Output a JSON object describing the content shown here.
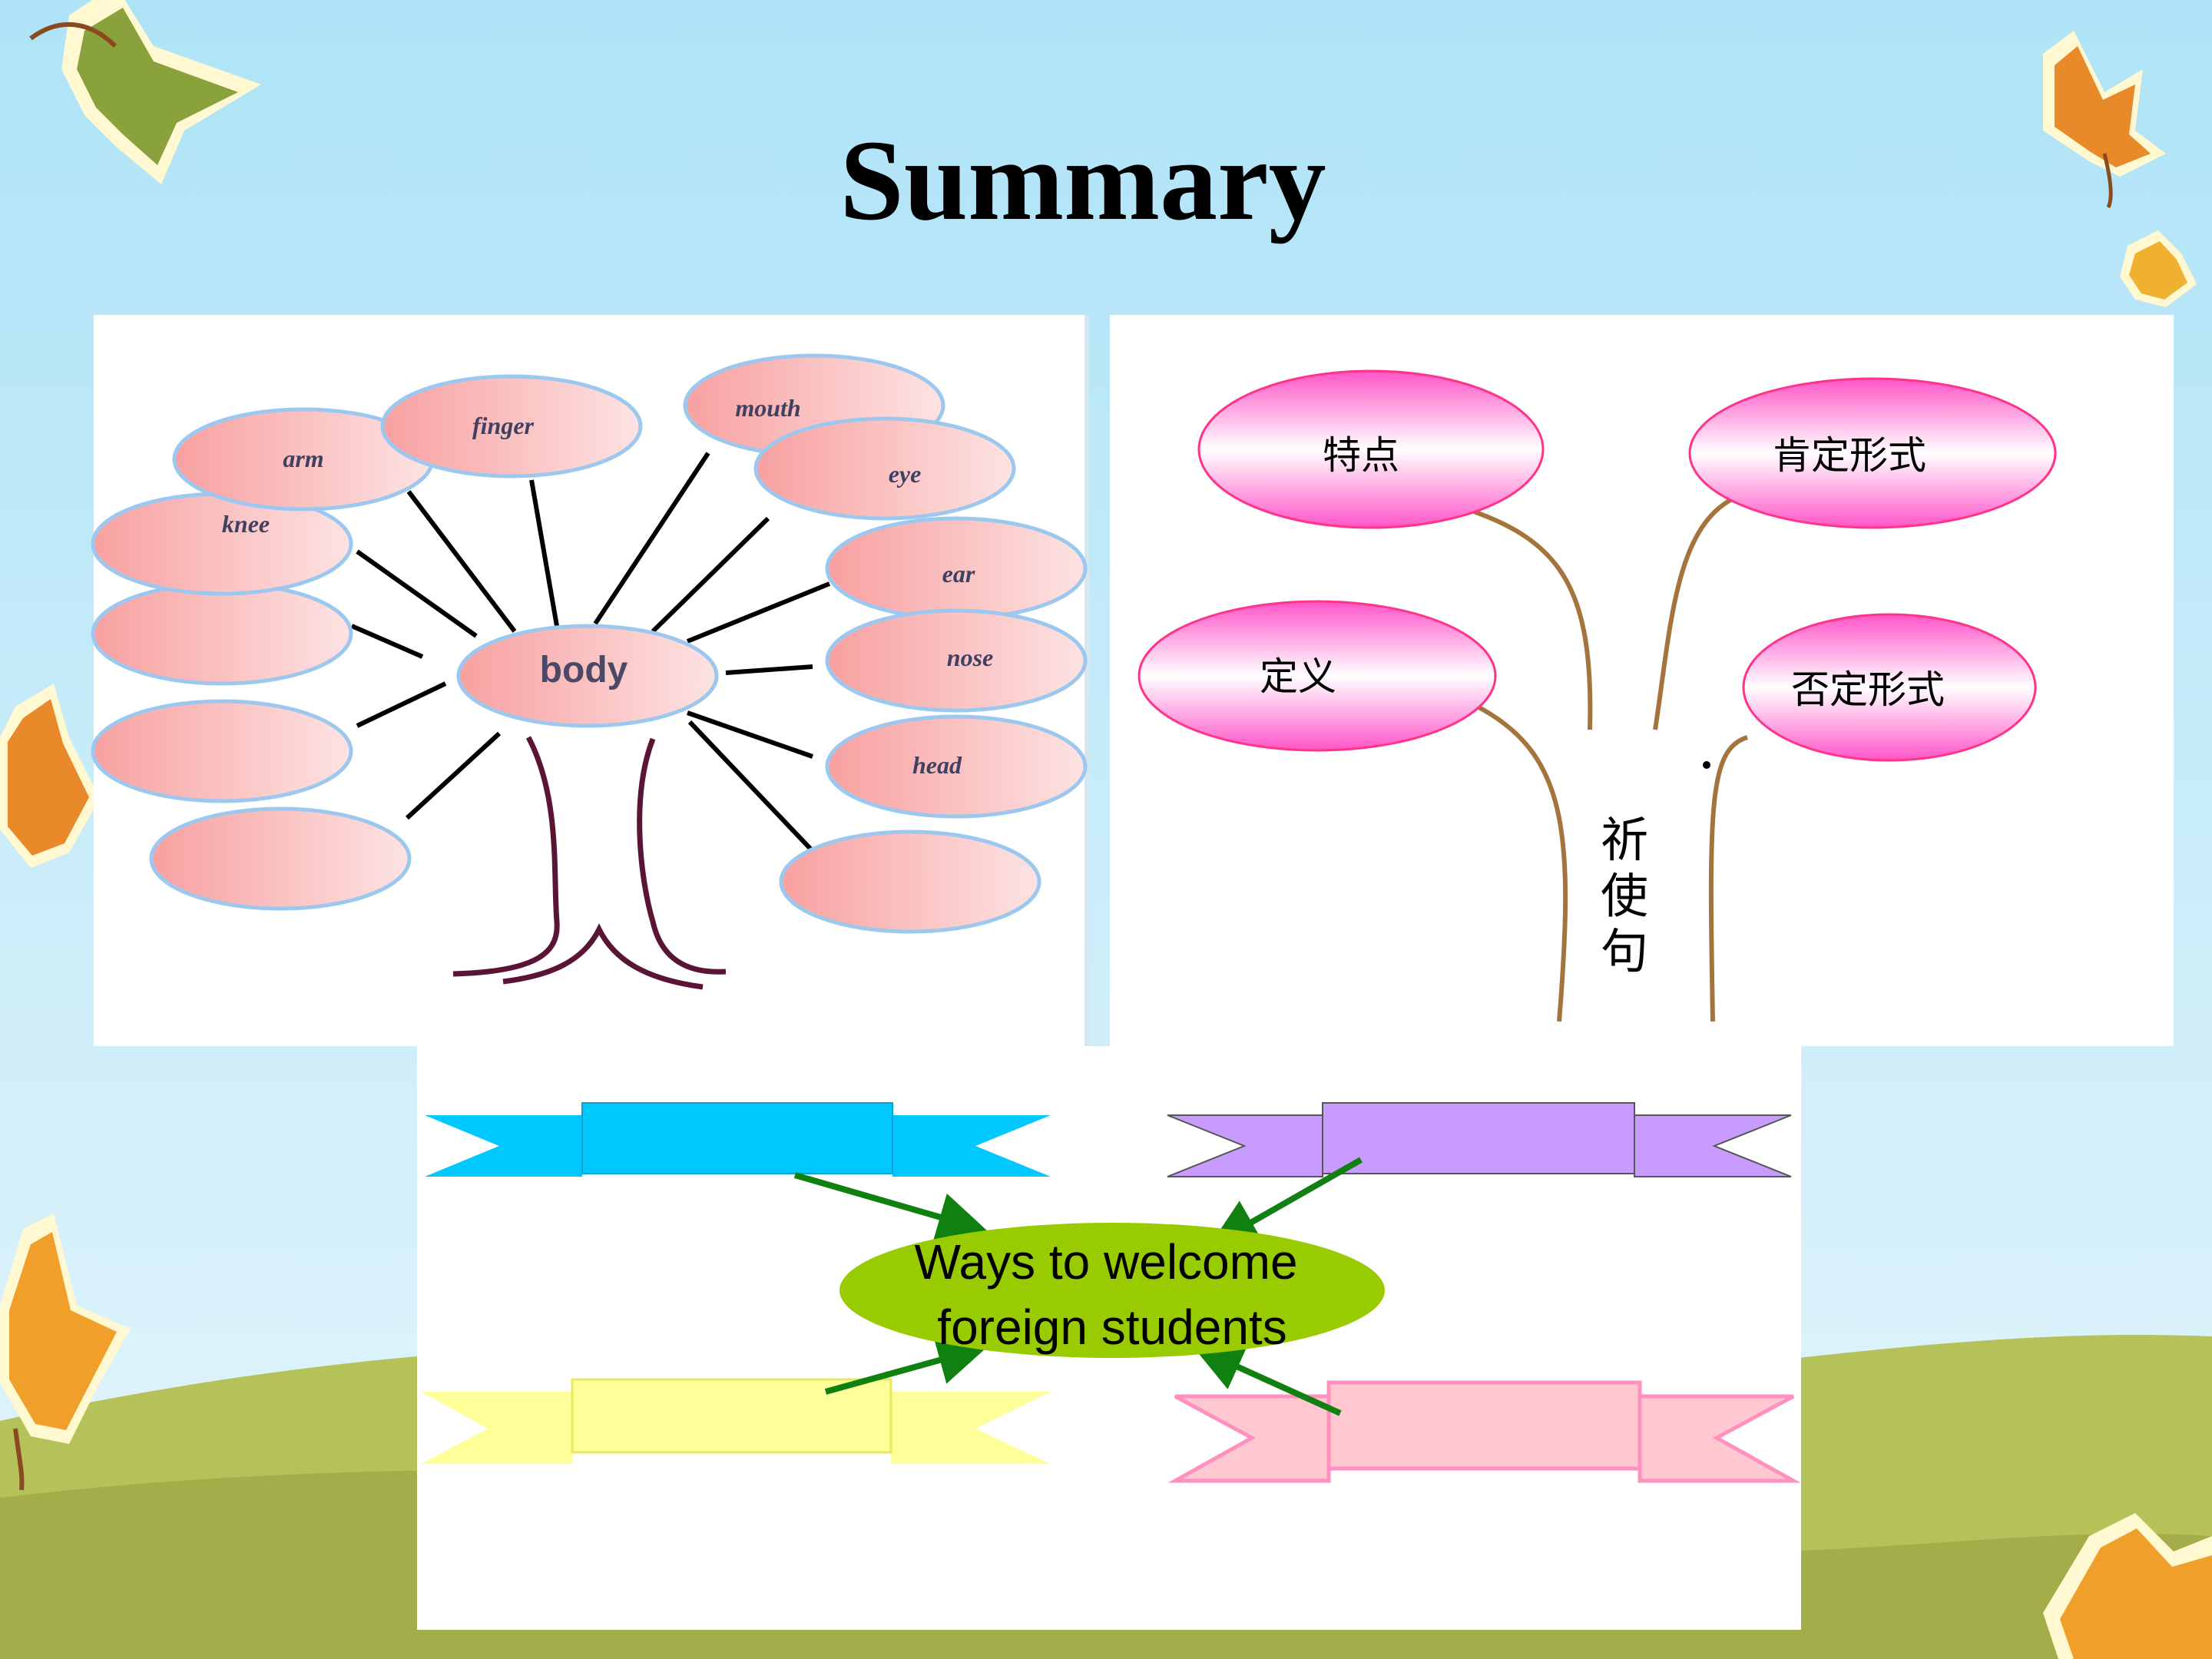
{
  "slide": {
    "title": "Summary",
    "colors": {
      "sky_top": "#aee3f7",
      "sky_bottom": "#dff3fb",
      "hill": "#b5c25a",
      "hill_dark": "#9faa48",
      "body_bubble": "#f7a6a6",
      "grammar_bubble": "#ff66cc",
      "trunk_brown": "#a5743c",
      "tree_trunk": "#5a1535",
      "ribbon_blue": "#00c8ff",
      "ribbon_purple": "#c89cff",
      "ribbon_yellow": "#ffff99",
      "ribbon_pink": "#ffc8d0",
      "center_green": "#99cc00",
      "arrow_green": "#108010"
    }
  },
  "body_map": {
    "center": "body",
    "parts": [
      "arm",
      "finger",
      "mouth",
      "eye",
      "knee",
      "ear",
      "nose",
      "head"
    ]
  },
  "grammar_map": {
    "root": [
      "祈",
      "使",
      "句"
    ],
    "branches": [
      "特点",
      "肯定形式",
      "定义",
      "否定形式"
    ]
  },
  "welcome_map": {
    "center_lines": [
      "Ways to welcome",
      "foreign students"
    ],
    "ribbons": [
      "blue",
      "purple",
      "yellow",
      "pink"
    ]
  }
}
